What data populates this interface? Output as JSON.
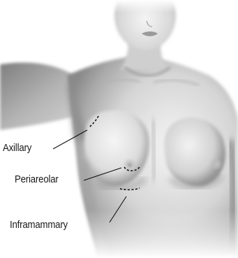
{
  "labels": {
    "axillary": "Axillary",
    "periareolar": "Periareolar",
    "inframammary": "Inframammary"
  },
  "colors": {
    "background": "#ffffff",
    "text": "#1a1a1a",
    "incision_line": "#111111",
    "skin_dark": "#7a7a7a",
    "skin_light": "#f2f2f2"
  }
}
